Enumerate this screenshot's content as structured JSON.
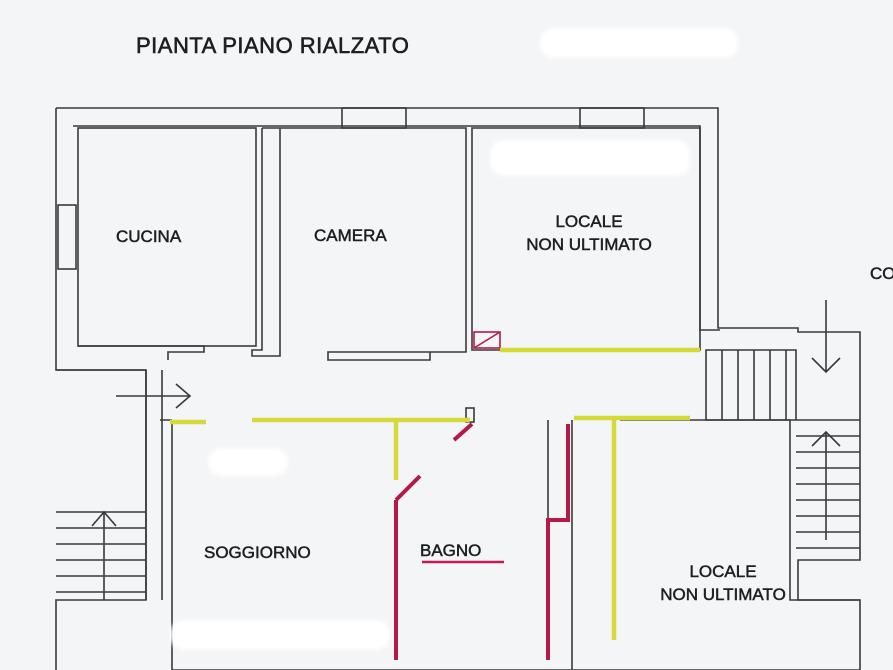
{
  "title": "PIANTA PIANO RIALZATO",
  "rooms": {
    "cucina": "CUCINA",
    "camera": "CAMERA",
    "locale_top": [
      "LOCALE",
      "NON ULTIMATO"
    ],
    "soggiorno": "SOGGIORNO",
    "bagno": "BAGNO",
    "locale_bottom": [
      "LOCALE",
      "NON ULTIMATO"
    ],
    "edge_label": "CO"
  },
  "colors": {
    "wall": "#3a3a3a",
    "new_wall": "#d6d93a",
    "demolished_wall": "#b5194b",
    "bagno_underline": "#c2185b",
    "background": "#f4f5f7"
  }
}
